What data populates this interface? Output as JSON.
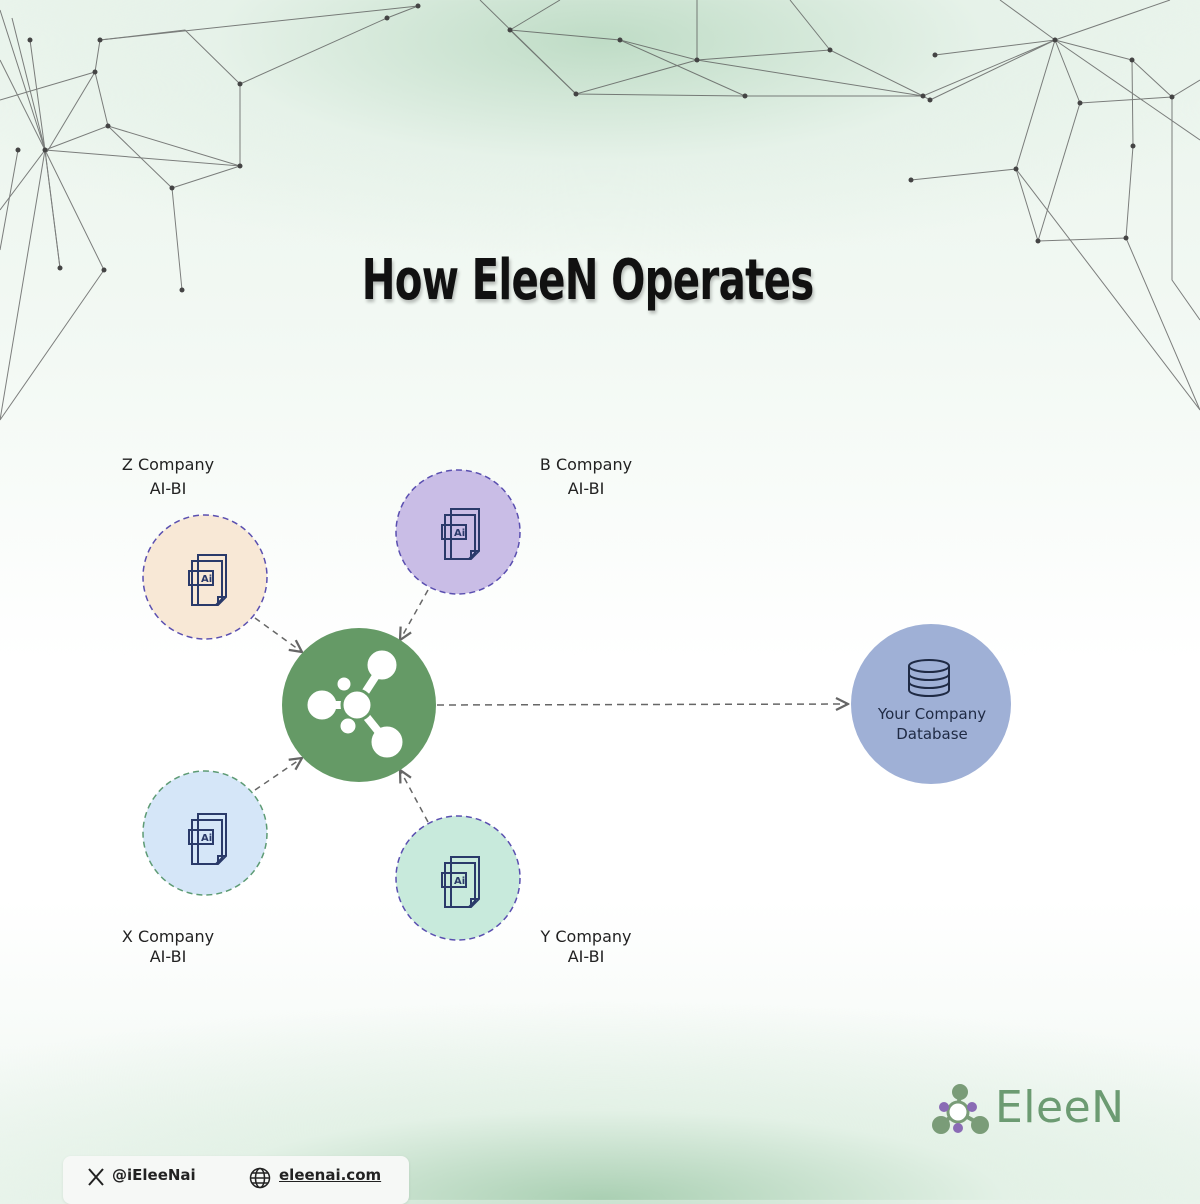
{
  "title": "How EleeN Operates",
  "nodes": {
    "z": {
      "name": "Z Company",
      "sub": "AI-BI",
      "fill": "#f8e8d6"
    },
    "b": {
      "name": "B Company",
      "sub": "AI-BI",
      "fill": "#c9bde6"
    },
    "x": {
      "name": "X Company",
      "sub": "AI-BI",
      "fill": "#d5e6f8"
    },
    "y": {
      "name": "Y Company",
      "sub": "AI-BI",
      "fill": "#c8eadc"
    },
    "hub": {
      "fill": "#659a66",
      "icon": "network-hub-icon"
    },
    "db": {
      "line1": "Your Company",
      "line2": "Database",
      "fill": "#9fb0d6",
      "icon": "database-icon"
    }
  },
  "file_icon_text": "Ai",
  "brand": {
    "name": "EleeN",
    "color": "#6c9b72"
  },
  "footer": {
    "handle": "@iEleeNai",
    "website": "eleenai.com"
  },
  "colors": {
    "dash_purple": "#5a4fb0",
    "dash_green": "#5d9b74",
    "arrow": "#666666",
    "icon_stroke": "#2a3a6a"
  }
}
